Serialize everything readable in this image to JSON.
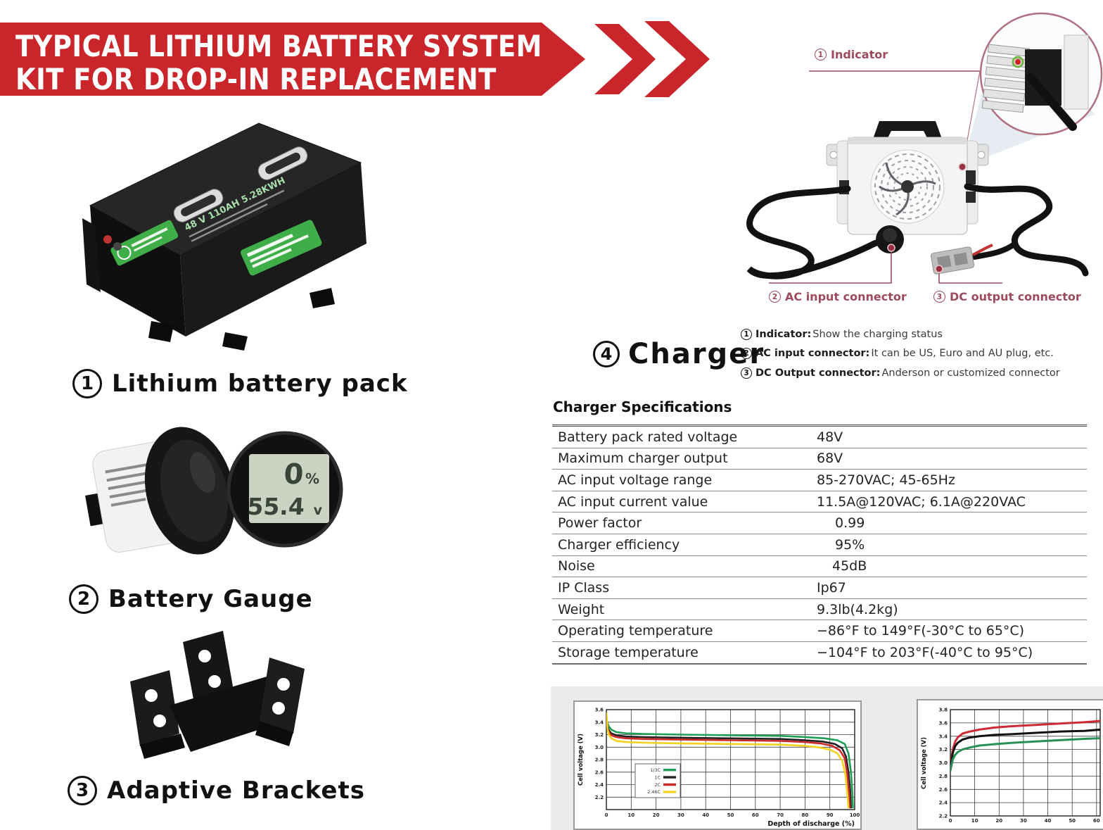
{
  "banner": {
    "line1": "TYPICAL LITHIUM BATTERY SYSTEM",
    "line2": "KIT FOR DROP-IN REPLACEMENT"
  },
  "colors": {
    "banner_red": "#c9252b",
    "callout_maroon": "#9d4b5c",
    "label_green": "#3fae49",
    "lcd": "#ccd3c2"
  },
  "items": [
    {
      "num": "1",
      "label": "Lithium battery pack"
    },
    {
      "num": "2",
      "label": "Battery Gauge"
    },
    {
      "num": "3",
      "label": "Adaptive Brackets"
    }
  ],
  "battery": {
    "label": "48 V 110AH 5.28KWH"
  },
  "gauge": {
    "percent_num": "0",
    "percent_sign": "%",
    "voltage": "55.4",
    "voltage_unit": "v"
  },
  "charger": {
    "num": "4",
    "title": "Charger",
    "callouts": [
      {
        "num": "1",
        "label": "Indicator"
      },
      {
        "num": "2",
        "label": "AC input connector"
      },
      {
        "num": "3",
        "label": "DC output connector"
      }
    ],
    "notes": [
      {
        "num": "1",
        "bold": "Indicator:",
        "rest": " Show the charging status"
      },
      {
        "num": "2",
        "bold": "AC input connector:",
        "rest": " It can be US, Euro and AU plug, etc."
      },
      {
        "num": "3",
        "bold": "DC Output connector:",
        "rest": " Anderson or customized connector"
      }
    ]
  },
  "specs": {
    "title": "Charger Specifications",
    "rows": [
      {
        "label": "Battery pack rated voltage",
        "value": "48V"
      },
      {
        "label": "Maximum charger output",
        "value": "68V"
      },
      {
        "label": "AC input voltage range",
        "value": "85-270VAC; 45-65Hz"
      },
      {
        "label": "AC input current value",
        "value": "11.5A@120VAC; 6.1A@220VAC"
      },
      {
        "label": "Power factor",
        "value": "0.99"
      },
      {
        "label": "Charger efficiency",
        "value": "95%"
      },
      {
        "label": "Noise",
        "value": "45dB"
      },
      {
        "label": "IP Class",
        "value": "Ip67"
      },
      {
        "label": "Weight",
        "value": "9.3lb(4.2kg)"
      },
      {
        "label": "Operating temperature",
        "value": "−86°F to 149°F(-30°C to 65°C)"
      },
      {
        "label": "Storage temperature",
        "value": "−104°F to 203°F(-40°C to 95°C)"
      }
    ]
  },
  "chart_data": [
    {
      "type": "line",
      "title": "",
      "xlabel": "Depth of discharge (%)",
      "ylabel": "Cell voltage (V)",
      "xlim": [
        0,
        100
      ],
      "ylim": [
        2.0,
        3.6
      ],
      "xticks": [
        0,
        10,
        20,
        30,
        40,
        50,
        60,
        70,
        80,
        90,
        100
      ],
      "yticks": [
        2.2,
        2.4,
        2.6,
        2.8,
        3.0,
        3.2,
        3.4,
        3.6
      ],
      "grid": true,
      "legend_position": "left-center",
      "series": [
        {
          "name": "1/3C",
          "color": "#1f9e55",
          "points": [
            [
              0,
              3.45
            ],
            [
              0.5,
              3.38
            ],
            [
              1,
              3.33
            ],
            [
              2,
              3.28
            ],
            [
              4,
              3.24
            ],
            [
              8,
              3.22
            ],
            [
              15,
              3.21
            ],
            [
              30,
              3.2
            ],
            [
              50,
              3.19
            ],
            [
              70,
              3.18
            ],
            [
              80,
              3.16
            ],
            [
              88,
              3.14
            ],
            [
              93,
              3.11
            ],
            [
              96,
              3.05
            ],
            [
              97.5,
              2.9
            ],
            [
              98.5,
              2.6
            ],
            [
              99,
              2.3
            ],
            [
              99.3,
              2.02
            ]
          ]
        },
        {
          "name": "1C",
          "color": "#222222",
          "points": [
            [
              0,
              3.48
            ],
            [
              0.5,
              3.33
            ],
            [
              1,
              3.27
            ],
            [
              2,
              3.22
            ],
            [
              4,
              3.19
            ],
            [
              8,
              3.17
            ],
            [
              15,
              3.16
            ],
            [
              30,
              3.15
            ],
            [
              50,
              3.14
            ],
            [
              70,
              3.13
            ],
            [
              80,
              3.11
            ],
            [
              87,
              3.09
            ],
            [
              92,
              3.05
            ],
            [
              95,
              2.98
            ],
            [
              96.5,
              2.85
            ],
            [
              97.5,
              2.6
            ],
            [
              98.2,
              2.3
            ],
            [
              98.5,
              2.02
            ]
          ]
        },
        {
          "name": "2C",
          "color": "#cc2a2a",
          "points": [
            [
              0,
              3.52
            ],
            [
              0.5,
              3.3
            ],
            [
              1,
              3.24
            ],
            [
              2,
              3.19
            ],
            [
              4,
              3.16
            ],
            [
              8,
              3.14
            ],
            [
              15,
              3.13
            ],
            [
              30,
              3.12
            ],
            [
              50,
              3.11
            ],
            [
              70,
              3.1
            ],
            [
              80,
              3.08
            ],
            [
              86,
              3.06
            ],
            [
              91,
              3.02
            ],
            [
              94,
              2.95
            ],
            [
              96,
              2.82
            ],
            [
              97,
              2.58
            ],
            [
              97.8,
              2.25
            ],
            [
              98,
              2.02
            ]
          ]
        },
        {
          "name": "2.46C",
          "color": "#f2d21f",
          "points": [
            [
              0,
              3.55
            ],
            [
              0.5,
              3.28
            ],
            [
              1,
              3.2
            ],
            [
              2,
              3.14
            ],
            [
              4,
              3.1
            ],
            [
              8,
              3.08
            ],
            [
              15,
              3.07
            ],
            [
              30,
              3.06
            ],
            [
              50,
              3.05
            ],
            [
              70,
              3.04
            ],
            [
              80,
              3.02
            ],
            [
              85,
              3.0
            ],
            [
              90,
              2.96
            ],
            [
              93,
              2.9
            ],
            [
              95,
              2.78
            ],
            [
              96.3,
              2.55
            ],
            [
              97.2,
              2.2
            ],
            [
              97.5,
              2.02
            ]
          ]
        }
      ]
    },
    {
      "type": "line",
      "title": "",
      "xlabel": "",
      "ylabel": "Cell voltage (V)",
      "xlim": [
        0,
        61.5
      ],
      "ylim": [
        2.2,
        3.8
      ],
      "xticks": [
        0,
        10,
        20,
        30,
        40,
        50,
        60
      ],
      "yticks": [
        2.2,
        2.4,
        2.6,
        2.8,
        3.0,
        3.2,
        3.4,
        3.6,
        3.8
      ],
      "grid": true,
      "series": [
        {
          "name": "2C",
          "color": "#cc2a35",
          "points": [
            [
              0,
              2.95
            ],
            [
              1,
              3.2
            ],
            [
              2,
              3.32
            ],
            [
              3,
              3.38
            ],
            [
              5,
              3.44
            ],
            [
              8,
              3.47
            ],
            [
              12,
              3.5
            ],
            [
              18,
              3.53
            ],
            [
              25,
              3.55
            ],
            [
              35,
              3.57
            ],
            [
              45,
              3.59
            ],
            [
              55,
              3.61
            ],
            [
              62,
              3.63
            ]
          ]
        },
        {
          "name": "1C",
          "color": "#111111",
          "points": [
            [
              0,
              2.9
            ],
            [
              1,
              3.15
            ],
            [
              2,
              3.25
            ],
            [
              3,
              3.3
            ],
            [
              5,
              3.35
            ],
            [
              8,
              3.38
            ],
            [
              12,
              3.4
            ],
            [
              18,
              3.42
            ],
            [
              25,
              3.43
            ],
            [
              35,
              3.45
            ],
            [
              45,
              3.47
            ],
            [
              55,
              3.48
            ],
            [
              62,
              3.5
            ]
          ]
        },
        {
          "name": "1/3C",
          "color": "#2a8f57",
          "points": [
            [
              0,
              2.88
            ],
            [
              1,
              3.05
            ],
            [
              2,
              3.12
            ],
            [
              3,
              3.16
            ],
            [
              5,
              3.2
            ],
            [
              8,
              3.23
            ],
            [
              12,
              3.26
            ],
            [
              18,
              3.28
            ],
            [
              25,
              3.3
            ],
            [
              35,
              3.32
            ],
            [
              45,
              3.34
            ],
            [
              55,
              3.36
            ],
            [
              62,
              3.37
            ]
          ]
        }
      ]
    }
  ]
}
